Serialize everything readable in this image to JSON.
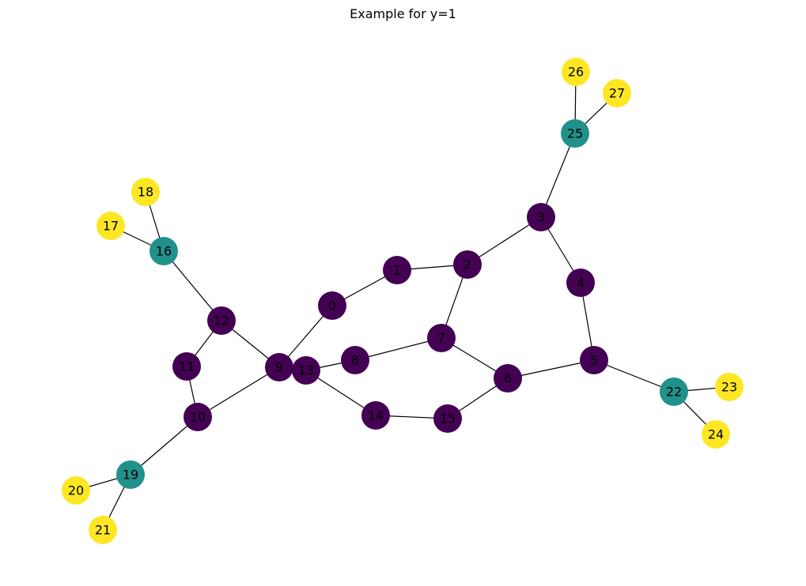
{
  "title": "Example for y=1",
  "colors": {
    "purple": "#440154",
    "teal": "#21918c",
    "yellow": "#fde725",
    "edge": "#000000",
    "background": "#ffffff"
  },
  "graph": {
    "nodes": [
      {
        "id": "0",
        "group": "purple"
      },
      {
        "id": "1",
        "group": "purple"
      },
      {
        "id": "2",
        "group": "purple"
      },
      {
        "id": "3",
        "group": "purple"
      },
      {
        "id": "4",
        "group": "purple"
      },
      {
        "id": "5",
        "group": "purple"
      },
      {
        "id": "6",
        "group": "purple"
      },
      {
        "id": "7",
        "group": "purple"
      },
      {
        "id": "8",
        "group": "purple"
      },
      {
        "id": "9",
        "group": "purple"
      },
      {
        "id": "10",
        "group": "purple"
      },
      {
        "id": "11",
        "group": "purple"
      },
      {
        "id": "12",
        "group": "purple"
      },
      {
        "id": "13",
        "group": "purple"
      },
      {
        "id": "14",
        "group": "purple"
      },
      {
        "id": "15",
        "group": "purple"
      },
      {
        "id": "16",
        "group": "teal"
      },
      {
        "id": "17",
        "group": "yellow"
      },
      {
        "id": "18",
        "group": "yellow"
      },
      {
        "id": "19",
        "group": "teal"
      },
      {
        "id": "20",
        "group": "yellow"
      },
      {
        "id": "21",
        "group": "yellow"
      },
      {
        "id": "22",
        "group": "teal"
      },
      {
        "id": "23",
        "group": "yellow"
      },
      {
        "id": "24",
        "group": "yellow"
      },
      {
        "id": "25",
        "group": "teal"
      },
      {
        "id": "26",
        "group": "yellow"
      },
      {
        "id": "27",
        "group": "yellow"
      }
    ],
    "edges": [
      [
        "0",
        "1"
      ],
      [
        "1",
        "2"
      ],
      [
        "2",
        "3"
      ],
      [
        "3",
        "4"
      ],
      [
        "4",
        "5"
      ],
      [
        "5",
        "6"
      ],
      [
        "6",
        "7"
      ],
      [
        "7",
        "2"
      ],
      [
        "7",
        "8"
      ],
      [
        "8",
        "13"
      ],
      [
        "13",
        "9"
      ],
      [
        "9",
        "0"
      ],
      [
        "9",
        "12"
      ],
      [
        "12",
        "11"
      ],
      [
        "11",
        "10"
      ],
      [
        "10",
        "9"
      ],
      [
        "13",
        "14"
      ],
      [
        "14",
        "15"
      ],
      [
        "15",
        "6"
      ],
      [
        "12",
        "16"
      ],
      [
        "16",
        "17"
      ],
      [
        "16",
        "18"
      ],
      [
        "10",
        "19"
      ],
      [
        "19",
        "20"
      ],
      [
        "19",
        "21"
      ],
      [
        "5",
        "22"
      ],
      [
        "22",
        "23"
      ],
      [
        "22",
        "24"
      ],
      [
        "3",
        "25"
      ],
      [
        "25",
        "26"
      ],
      [
        "25",
        "27"
      ]
    ]
  }
}
